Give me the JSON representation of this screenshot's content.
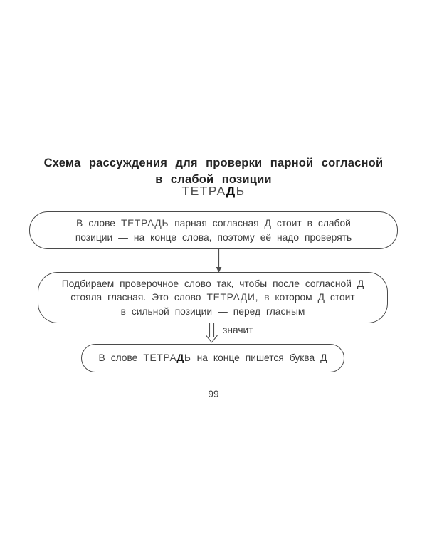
{
  "title": {
    "line1": "Схема рассуждения для проверки парной согласной",
    "line2": "в слабой позиции"
  },
  "headword": {
    "prefix": "ТЕТРА",
    "highlight": "Д",
    "suffix": "Ь"
  },
  "flow": {
    "box1": {
      "l1a": "В слове ",
      "l1b": "ТЕТРАДЬ",
      "l1c": " парная согласная Д стоит в слабой",
      "l2": "позиции — на конце слова, поэтому её надо проверять"
    },
    "box2": {
      "l1": "Подбираем проверочное слово так, чтобы после согласной Д",
      "l2a": "стояла гласная. Это слово ",
      "l2b": "ТЕТРАДИ,",
      "l2c": " в котором Д стоит",
      "l3": "в сильной позиции — перед гласным"
    },
    "connector_label": "значит",
    "box3": {
      "a": "В слове ",
      "b": "ТЕТРА",
      "c": "Д",
      "d": "Ь",
      "e": " на конце пишется буква Д"
    }
  },
  "page_number": "99",
  "colors": {
    "text": "#3b3b3b",
    "title": "#242424",
    "border": "#4a4a4a",
    "highlight": "#111111"
  }
}
